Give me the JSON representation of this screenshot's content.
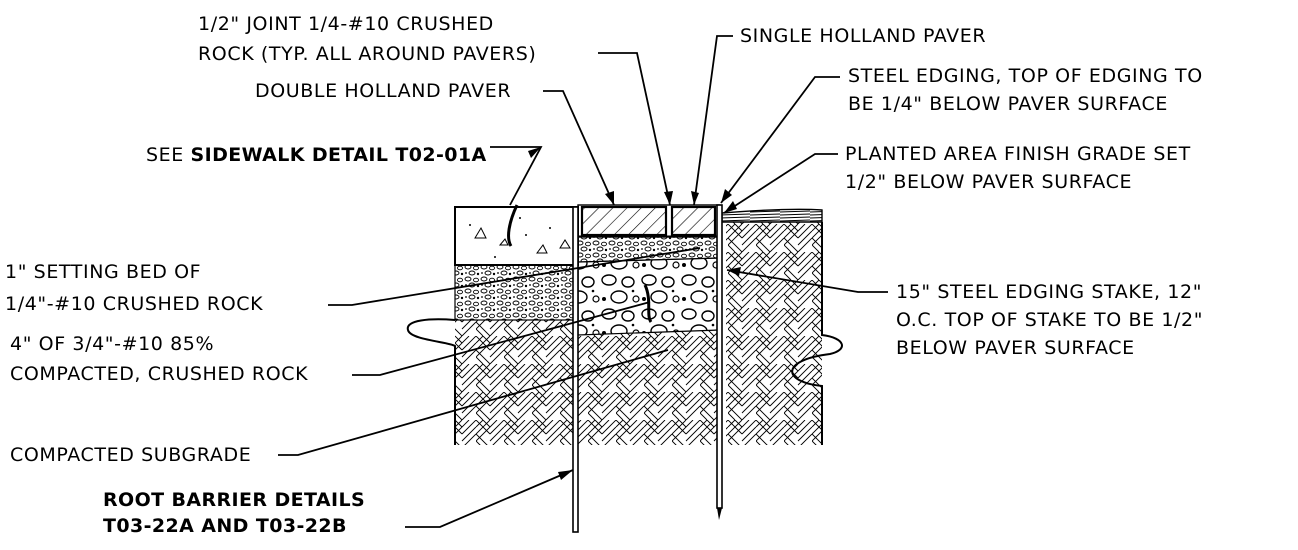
{
  "labels": {
    "joint_line1": "1/2\" JOINT 1/4-#10 CRUSHED",
    "joint_line2": "ROCK (TYP. ALL AROUND PAVERS)",
    "single_paver": "SINGLE HOLLAND PAVER",
    "double_paver": "DOUBLE HOLLAND PAVER",
    "steel_edging_line1": "STEEL EDGING, TOP OF EDGING TO",
    "steel_edging_line2": "BE 1/4\" BELOW PAVER SURFACE",
    "sidewalk_prefix": "SEE ",
    "sidewalk_bold": "SIDEWALK DETAIL T02-01A",
    "planted_line1": "PLANTED AREA FINISH GRADE SET",
    "planted_line2": "1/2\" BELOW PAVER SURFACE",
    "setting_bed_line1": "1\" SETTING BED OF",
    "setting_bed_line2": "1/4\"-#10 CRUSHED ROCK",
    "stake_line1": "15\" STEEL EDGING STAKE, 12\"",
    "stake_line2": "O.C. TOP OF STAKE TO BE 1/2\"",
    "stake_line3": "BELOW PAVER SURFACE",
    "base_line1": "4\" OF 3/4\"-#10 85%",
    "base_line2": "COMPACTED, CRUSHED ROCK",
    "subgrade": "COMPACTED SUBGRADE",
    "root_line1": "ROOT BARRIER DETAILS",
    "root_line2": "T03-22A AND T03-22B"
  },
  "colors": {
    "ink": "#000000",
    "background": "#ffffff"
  }
}
